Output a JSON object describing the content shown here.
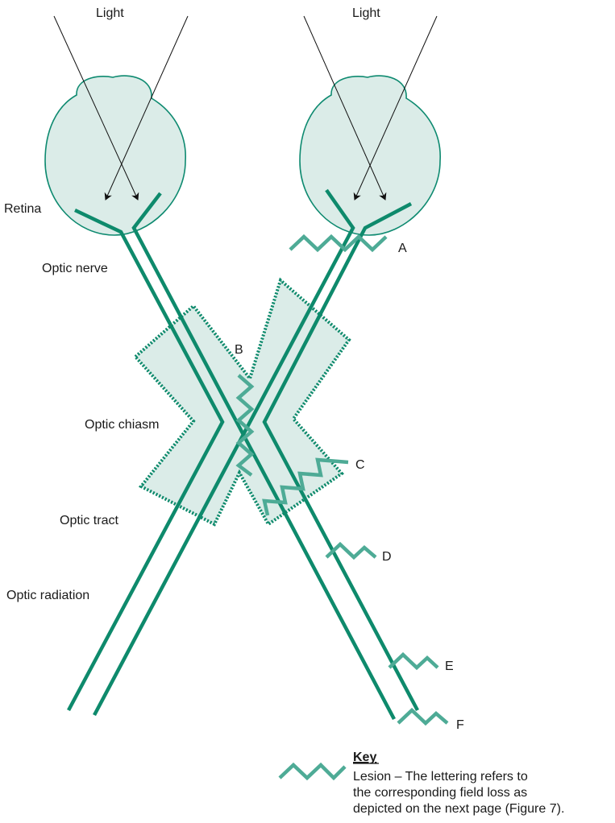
{
  "labels": {
    "light_left": "Light",
    "light_right": "Light",
    "retina": "Retina",
    "optic_nerve": "Optic nerve",
    "optic_chiasm": "Optic chiasm",
    "optic_tract": "Optic tract",
    "optic_radiation": "Optic radiation"
  },
  "lesions": {
    "a": "A",
    "b": "B",
    "c": "C",
    "d": "D",
    "e": "E",
    "f": "F"
  },
  "key": {
    "title": "Key",
    "line1": "Lesion – The lettering refers to",
    "line2": "the corresponding field loss as",
    "line3": "depicted on the next page (Figure 7)."
  },
  "colors": {
    "pathway": "#0e8a6c",
    "lesion": "#4eab96",
    "eye_fill": "#dbece8"
  }
}
